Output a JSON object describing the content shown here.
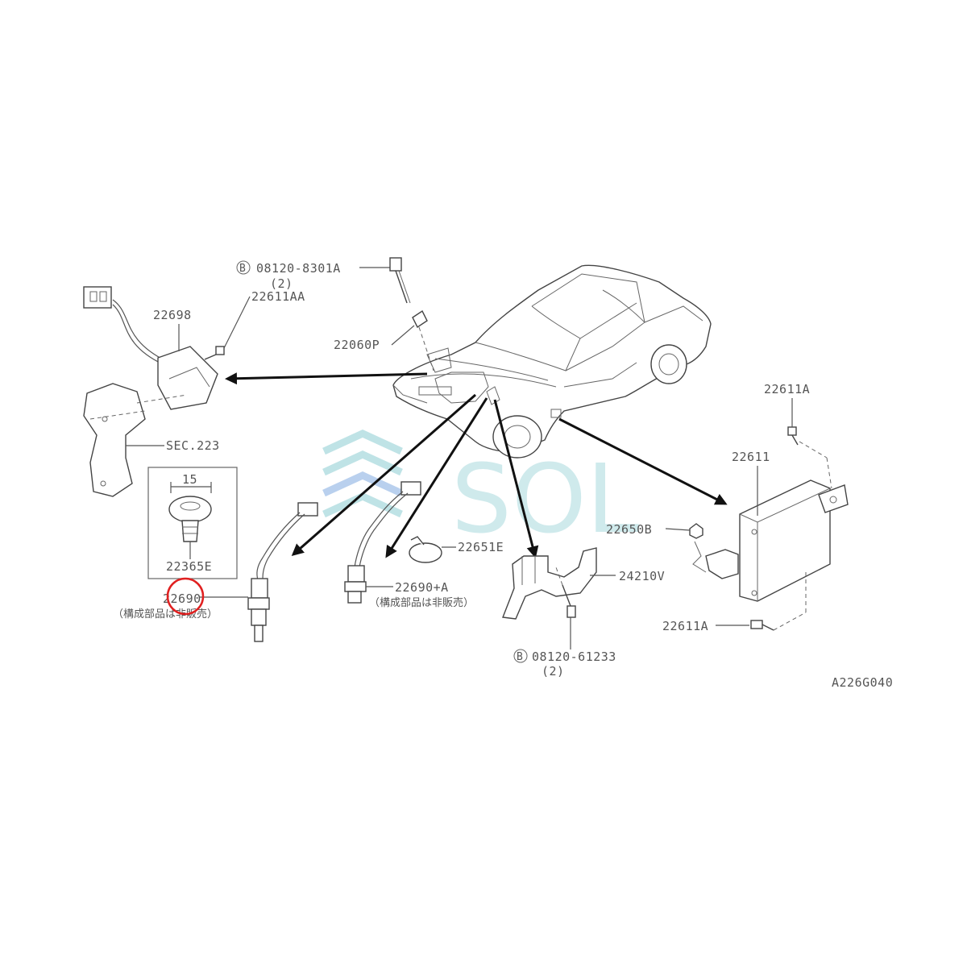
{
  "callouts": {
    "bolt_8301": "08120-8301A",
    "bolt_8301_qty": "(2)",
    "screw_22611aa": "22611AA",
    "sensor_22698": "22698",
    "clip_22060p": "22060P",
    "sec_ref": "SEC.223",
    "inset_dim": "15",
    "clip_22365e": "22365E",
    "o2_sensor_22690": "22690",
    "o2_sensor_22690_note": "（構成部品は非販売）",
    "o2_sensor_22690a": "22690+A",
    "o2_sensor_22690a_note": "（構成部品は非販売）",
    "clamp_22651e": "22651E",
    "bracket_24210v": "24210V",
    "bolt_61233": "08120-61233",
    "bolt_61233_qty": "(2)",
    "screw_22611a_top": "22611A",
    "ecu_22611": "22611",
    "nut_22650b": "22650B",
    "screw_22611a_bottom": "22611A",
    "diagram_code": "A226G040",
    "bolt_marker": "B"
  },
  "watermark": {
    "text": "SOL",
    "color": "#bfe3e6"
  },
  "highlight": {
    "color": "#e02020"
  }
}
